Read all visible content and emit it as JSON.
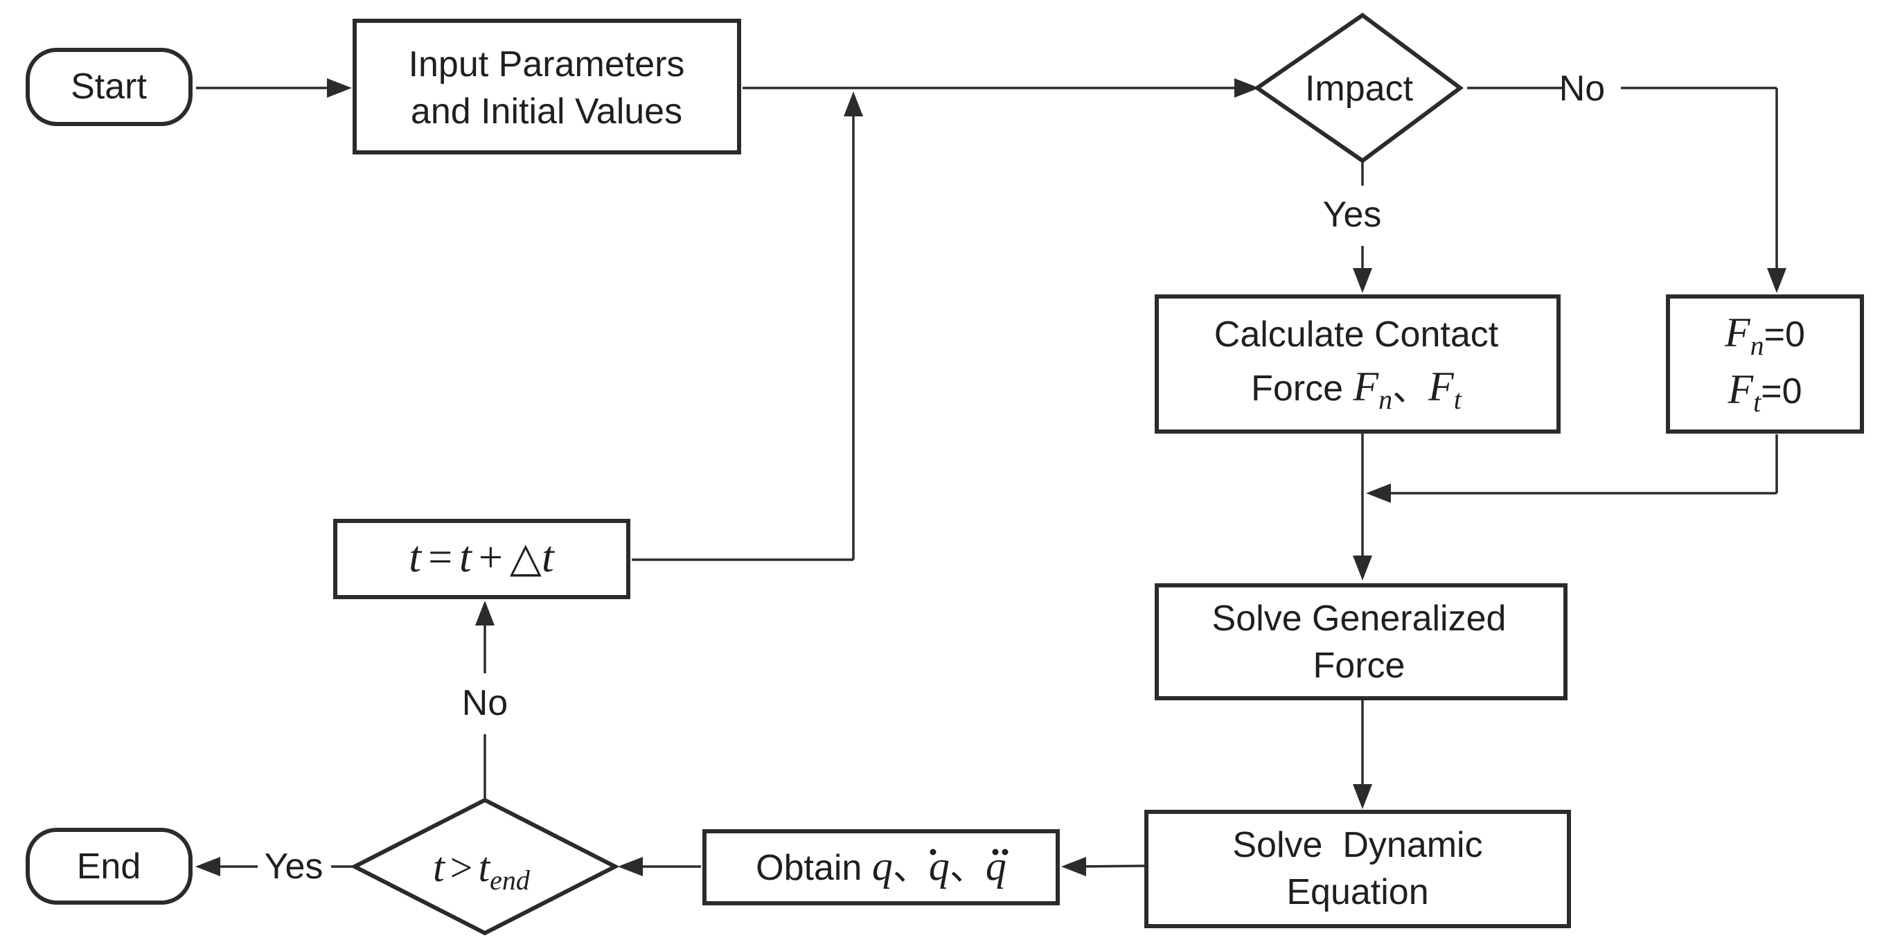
{
  "nodes": {
    "start": "Start",
    "input_line1": "Input Parameters",
    "input_line2": "and Initial Values",
    "impact": "Impact",
    "calc_line1": "Calculate Contact",
    "calc_prefix": "Force",
    "calc_sep": "、",
    "fn_value": "=0",
    "ft_value": "=0",
    "solve_force_line1": "Solve Generalized",
    "solve_force_line2": "Force",
    "solve_dyn_line1": "Solve  Dynamic",
    "solve_dyn_line2": "Equation",
    "obtain_prefix": "Obtain",
    "obtain_sep": "、",
    "end": "End"
  },
  "math": {
    "F": "F",
    "n": "n",
    "t_sub": "t",
    "q": "q",
    "update_lhs": "t",
    "update_eq": "=",
    "update_t": "t",
    "update_plus": "+",
    "update_delta": "△",
    "update_dt": "t",
    "cond_t": "t",
    "cond_gt": ">",
    "cond_tend": "t",
    "cond_end_sub": "end"
  },
  "edges": {
    "impact_yes": "Yes",
    "impact_no": "No",
    "cond_yes": "Yes",
    "cond_no": "No"
  },
  "colors": {
    "stroke": "#2b2b2b",
    "text": "#1f1f1f",
    "background": "#ffffff"
  }
}
